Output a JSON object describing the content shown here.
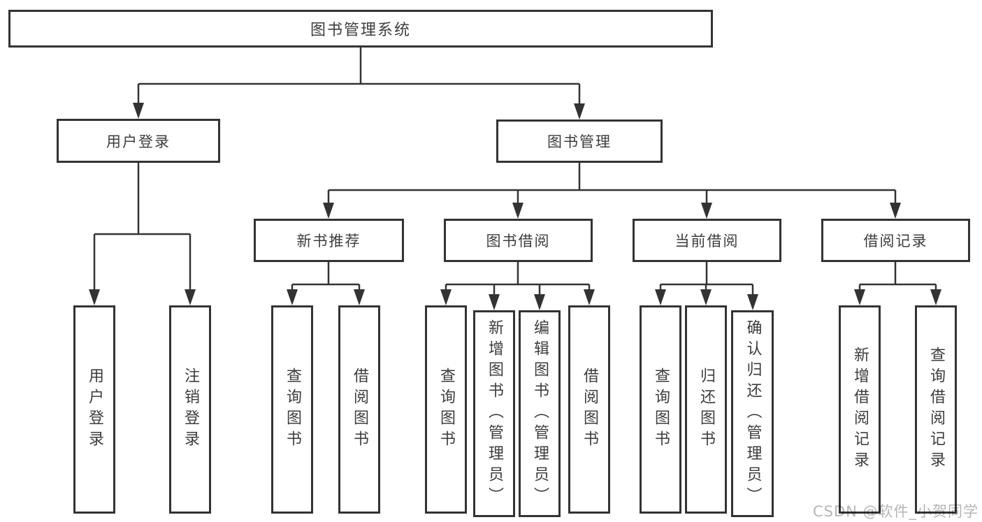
{
  "tree": {
    "root": "图书管理系统",
    "user_login": {
      "label": "用户登录",
      "leaves": [
        "用户登录",
        "注销登录"
      ]
    },
    "book_management": {
      "label": "图书管理",
      "sections": [
        {
          "label": "新书推荐",
          "leaves": [
            "查询图书",
            "借阅图书"
          ]
        },
        {
          "label": "图书借阅",
          "leaves": [
            "查询图书",
            "新增图书（管理员）",
            "编辑图书（管理员）",
            "借阅图书"
          ]
        },
        {
          "label": "当前借阅",
          "leaves": [
            "查询图书",
            "归还图书",
            "确认归还（管理员）"
          ]
        },
        {
          "label": "借阅记录",
          "leaves": [
            "新增借阅记录",
            "查询借阅记录"
          ]
        }
      ]
    }
  },
  "watermark": {
    "text": "CSDN @软件_小贺同学"
  },
  "colors": {
    "line": "#333333",
    "text": "#3d3d3d",
    "box_background": "#ffffff",
    "watermark": "#b5b5b5"
  }
}
